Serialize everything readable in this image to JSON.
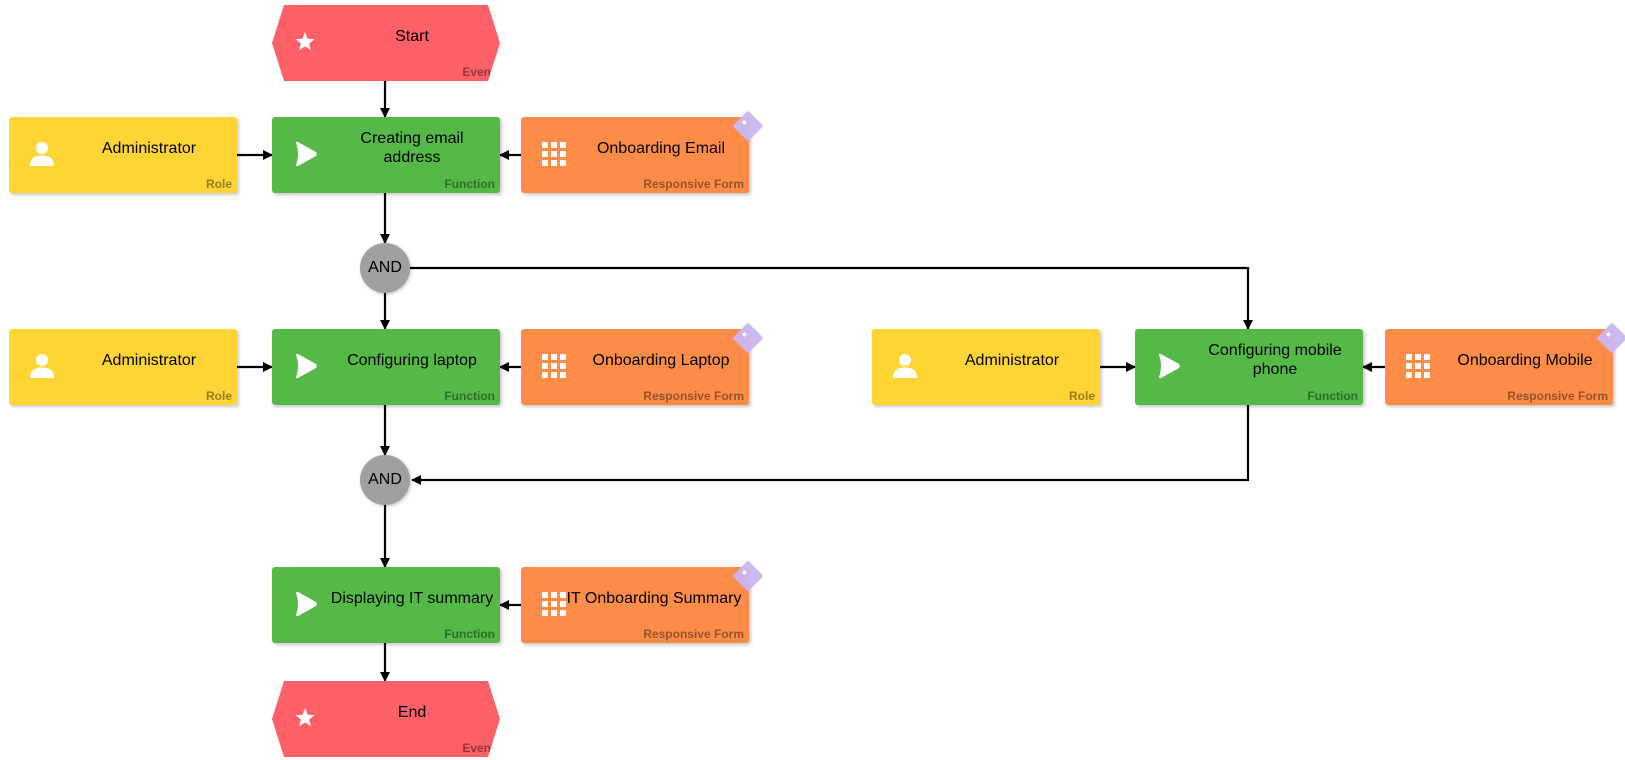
{
  "colors": {
    "event": "#fd6066",
    "function": "#54b947",
    "role": "#fed535",
    "responsive_form": "#fe8c49",
    "gateway": "#a0a0a0",
    "connector": "#000000"
  },
  "events": {
    "start": {
      "label": "Start",
      "type": "Event",
      "icon": "star-icon"
    },
    "end": {
      "label": "End",
      "type": "Event",
      "icon": "star-icon"
    }
  },
  "functions": {
    "creating_email": {
      "label": "Creating email address",
      "type": "Function",
      "icon": "play-icon"
    },
    "configuring_laptop": {
      "label": "Configuring laptop",
      "type": "Function",
      "icon": "play-icon"
    },
    "configuring_mobile": {
      "label": "Configuring mobile phone",
      "type": "Function",
      "icon": "play-icon"
    },
    "displaying_summary": {
      "label": "Displaying IT summary",
      "type": "Function",
      "icon": "play-icon"
    }
  },
  "roles": {
    "admin_email": {
      "label": "Administrator",
      "type": "Role",
      "icon": "person-icon"
    },
    "admin_laptop": {
      "label": "Administrator",
      "type": "Role",
      "icon": "person-icon"
    },
    "admin_mobile": {
      "label": "Administrator",
      "type": "Role",
      "icon": "person-icon"
    }
  },
  "forms": {
    "onboarding_email": {
      "label": "Onboarding Email",
      "type": "Responsive Form",
      "icon": "grid-icon"
    },
    "onboarding_laptop": {
      "label": "Onboarding Laptop",
      "type": "Responsive Form",
      "icon": "grid-icon"
    },
    "onboarding_mobile": {
      "label": "Onboarding Mobile",
      "type": "Responsive Form",
      "icon": "grid-icon"
    },
    "it_onboarding_summary": {
      "label": "IT Onboarding Summary",
      "type": "Responsive Form",
      "icon": "grid-icon"
    }
  },
  "gateways": {
    "split": {
      "label": "AND"
    },
    "join": {
      "label": "AND"
    }
  }
}
